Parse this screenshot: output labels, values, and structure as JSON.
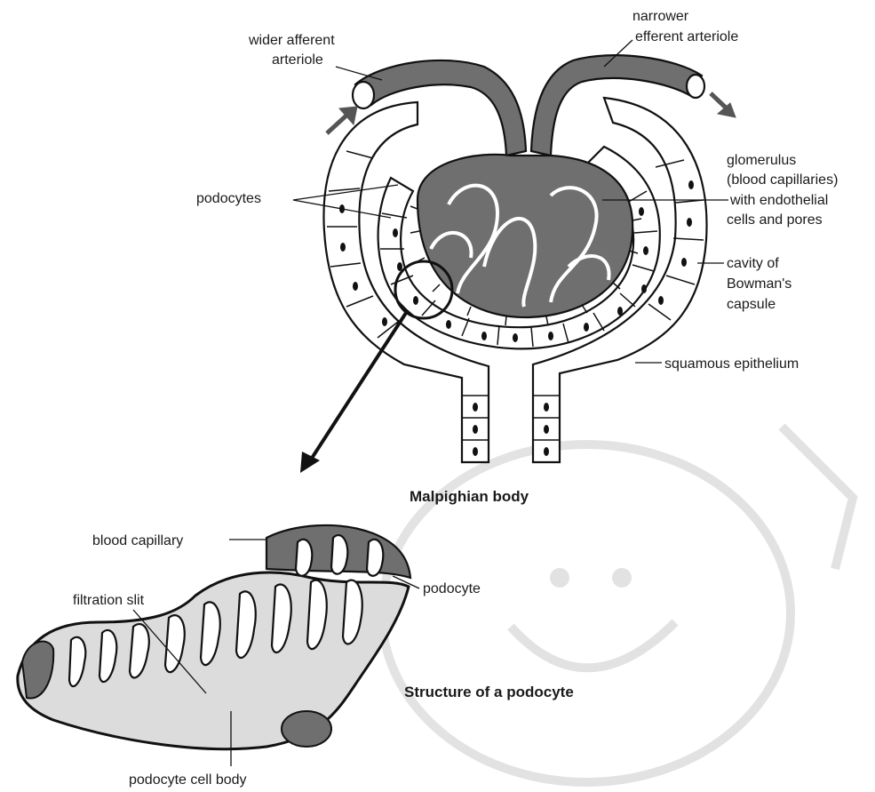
{
  "labels": {
    "wider_afferent_1": "wider afferent",
    "wider_afferent_2": "arteriole",
    "narrower_1": "narrower",
    "narrower_2": "efferent arteriole",
    "podocytes": "podocytes",
    "glomerulus_1": "glomerulus",
    "glomerulus_2": "(blood capillaries)",
    "glomerulus_3": "with endothelial",
    "glomerulus_4": "cells and pores",
    "cavity_1": "cavity of",
    "cavity_2": "Bowman's",
    "cavity_3": "capsule",
    "squamous": "squamous epithelium",
    "blood_capillary": "blood capillary",
    "podocyte": "podocyte",
    "filtration_slit": "filtration slit",
    "podocyte_cell_body": "podocyte cell body"
  },
  "captions": {
    "malpighian": "Malpighian body",
    "podocyte_structure": "Structure of a podocyte"
  },
  "colors": {
    "vessel": "#6f6f6f",
    "podocyte_body": "#dcdcdc",
    "outline": "#111111",
    "watermark": "#d9d9d9"
  }
}
